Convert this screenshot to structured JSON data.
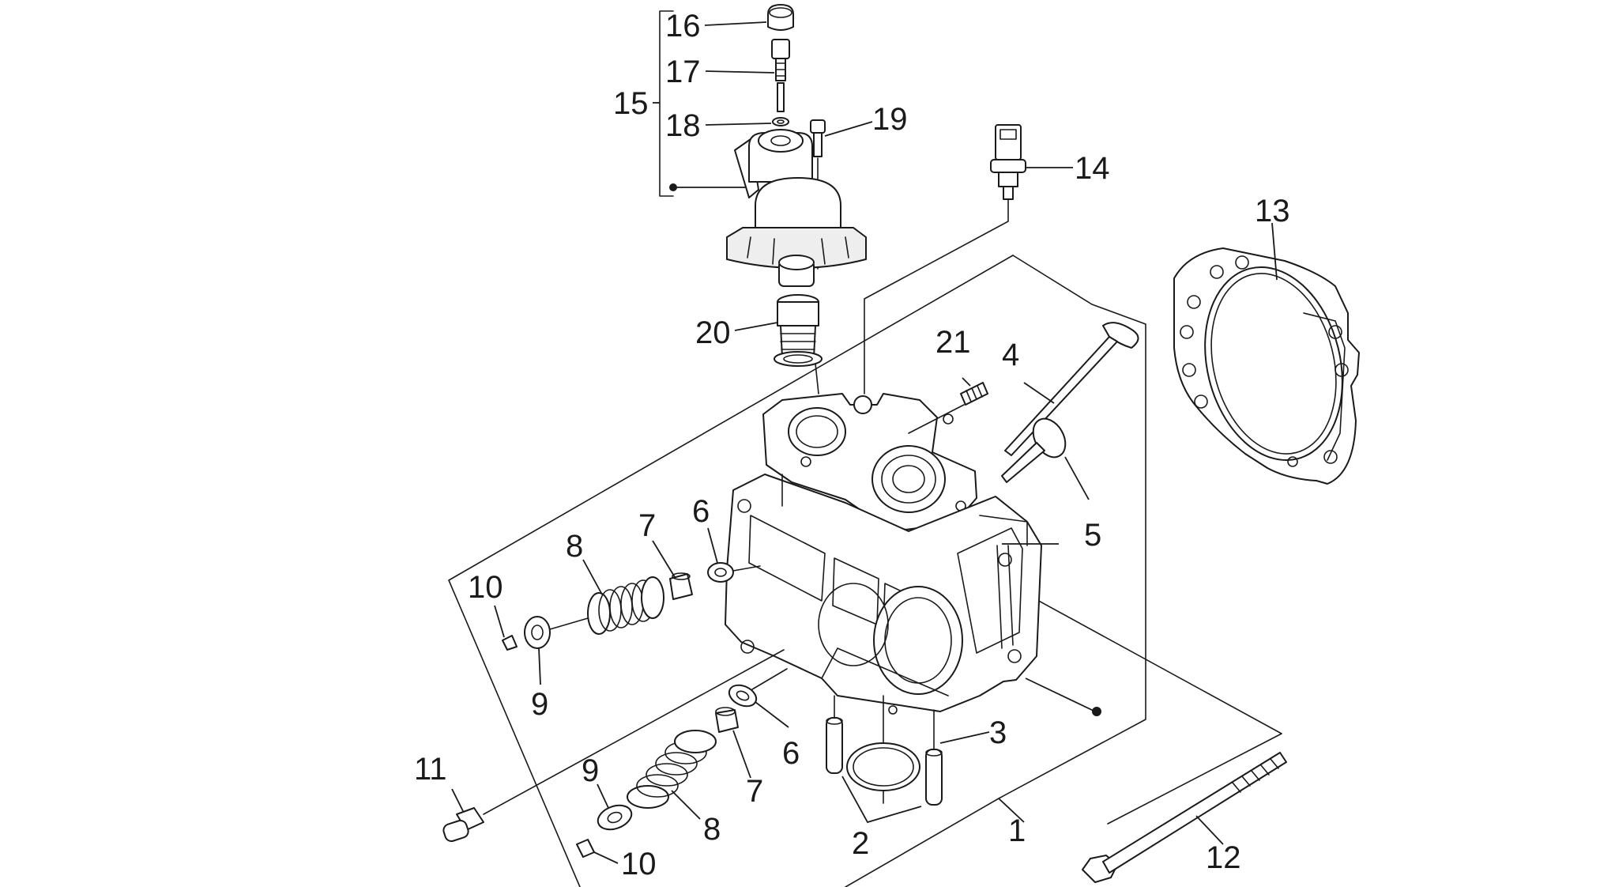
{
  "diagram": {
    "callouts": [
      {
        "id": "c16",
        "label": "16"
      },
      {
        "id": "c17",
        "label": "17"
      },
      {
        "id": "c15",
        "label": "15"
      },
      {
        "id": "c18",
        "label": "18"
      },
      {
        "id": "c19",
        "label": "19"
      },
      {
        "id": "c14",
        "label": "14"
      },
      {
        "id": "c13",
        "label": "13"
      },
      {
        "id": "c20",
        "label": "20"
      },
      {
        "id": "c21",
        "label": "21"
      },
      {
        "id": "c4",
        "label": "4"
      },
      {
        "id": "c5",
        "label": "5"
      },
      {
        "id": "c6a",
        "label": "6"
      },
      {
        "id": "c7a",
        "label": "7"
      },
      {
        "id": "c8a",
        "label": "8"
      },
      {
        "id": "c10a",
        "label": "10"
      },
      {
        "id": "c9a",
        "label": "9"
      },
      {
        "id": "c3",
        "label": "3"
      },
      {
        "id": "c6b",
        "label": "6"
      },
      {
        "id": "c11",
        "label": "11"
      },
      {
        "id": "c9b",
        "label": "9"
      },
      {
        "id": "c7b",
        "label": "7"
      },
      {
        "id": "c8b",
        "label": "8"
      },
      {
        "id": "c1",
        "label": "1"
      },
      {
        "id": "c2",
        "label": "2"
      },
      {
        "id": "c10b",
        "label": "10"
      },
      {
        "id": "c12",
        "label": "12"
      }
    ]
  }
}
